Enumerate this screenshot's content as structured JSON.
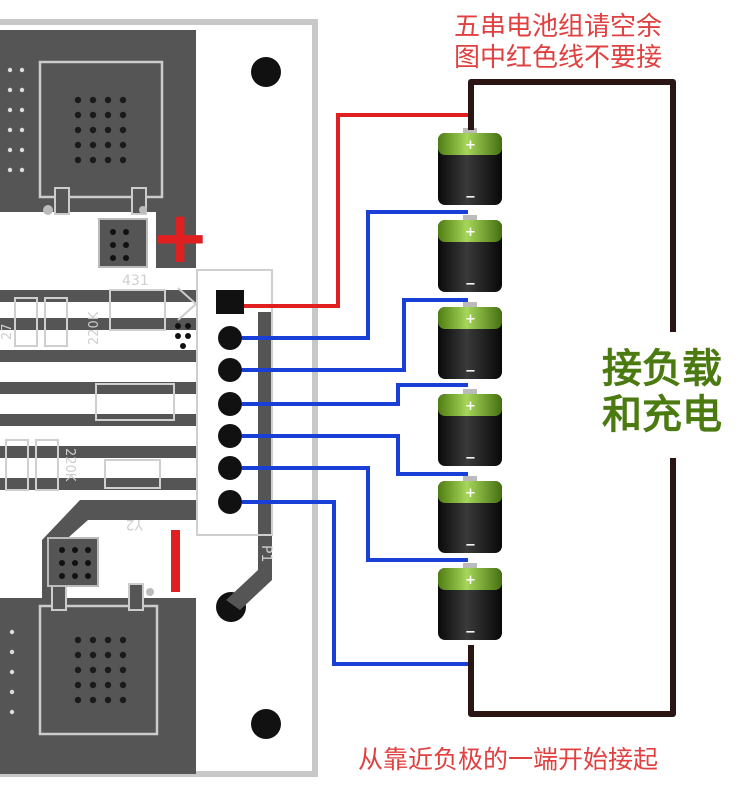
{
  "note_top": {
    "line1": "五串电池组请空余",
    "line2": "图中红色线不要接"
  },
  "note_bottom": "从靠近负极的一端开始接起",
  "load_label": {
    "line1": "接负载",
    "line2": "和充电"
  },
  "pcb_labels": {
    "chip": "431",
    "resistor_1": "220K",
    "resistor_2": "220K",
    "resistor_3": "27",
    "crystal": "Y2",
    "connector": "P1"
  },
  "polarity": {
    "plus": "+",
    "minus": "−"
  },
  "battery_count": 6,
  "colors": {
    "pcb_trace": "#555555",
    "pcb_board": "#ffffff",
    "pcb_outline": "#bbbbbb",
    "red_wire": "#e02020",
    "blue_wire": "#1a3fd6",
    "load_wire": "#2a1414",
    "note_text": "#e04040",
    "load_text": "#4a7a10",
    "battery_body": "#1a1a1a",
    "battery_cap": "#8cc63f"
  }
}
